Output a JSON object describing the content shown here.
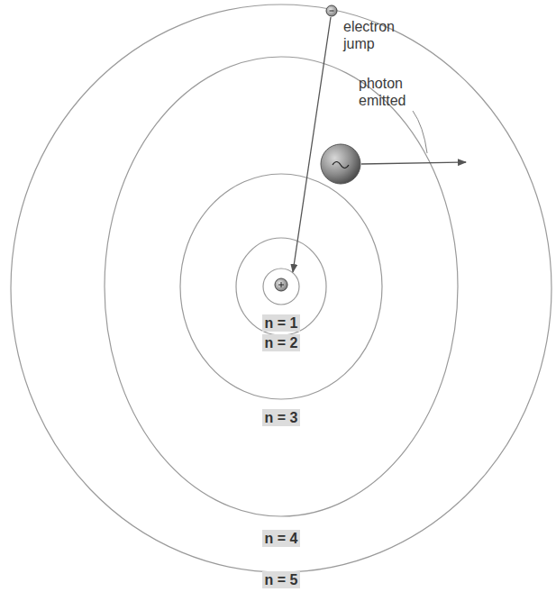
{
  "diagram": {
    "labels": [
      "electron jump",
      "photon emitted",
      "n = 1",
      "n = 2",
      "n = 3",
      "n = 4",
      "n = 5"
    ]
  }
}
